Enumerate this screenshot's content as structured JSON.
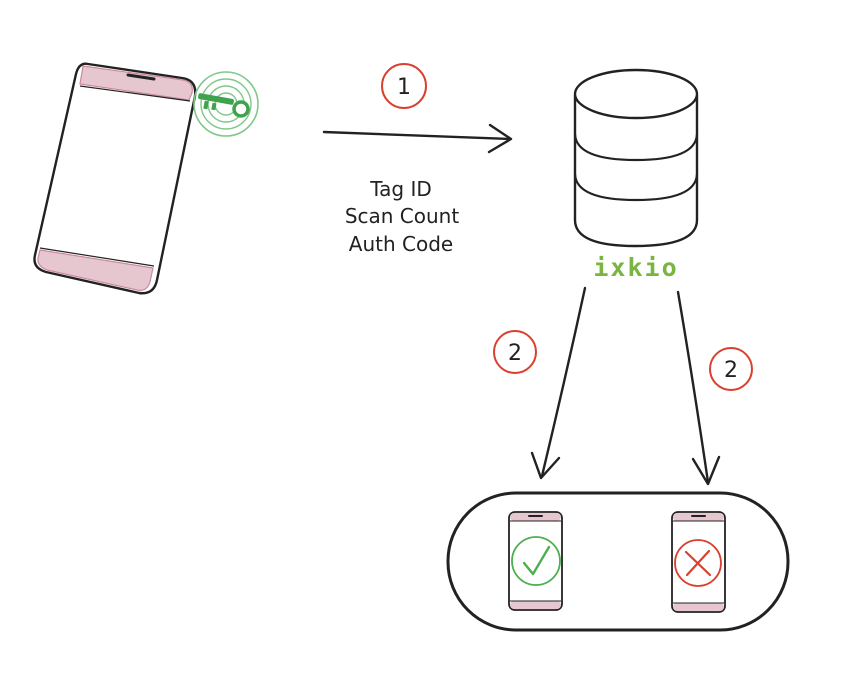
{
  "steps": {
    "request": "1",
    "response_valid": "2",
    "response_invalid": "2"
  },
  "payload_fields": [
    "Tag ID",
    "Scan Count",
    "Auth Code"
  ],
  "server": {
    "label": "ixkio"
  },
  "results": {
    "valid_icon": "check-mark-icon",
    "invalid_icon": "cross-mark-icon"
  },
  "colors": {
    "ink": "#222222",
    "phone_band": "#e6c7cf",
    "phone_band_line": "#c98aa0",
    "nfc_green": "#3fa34d",
    "nfc_ring": "#7fc88a",
    "step_circle": "#d9402f",
    "brand_green": "#7ab541",
    "valid_green": "#4caf50",
    "invalid_red": "#d9402f"
  }
}
